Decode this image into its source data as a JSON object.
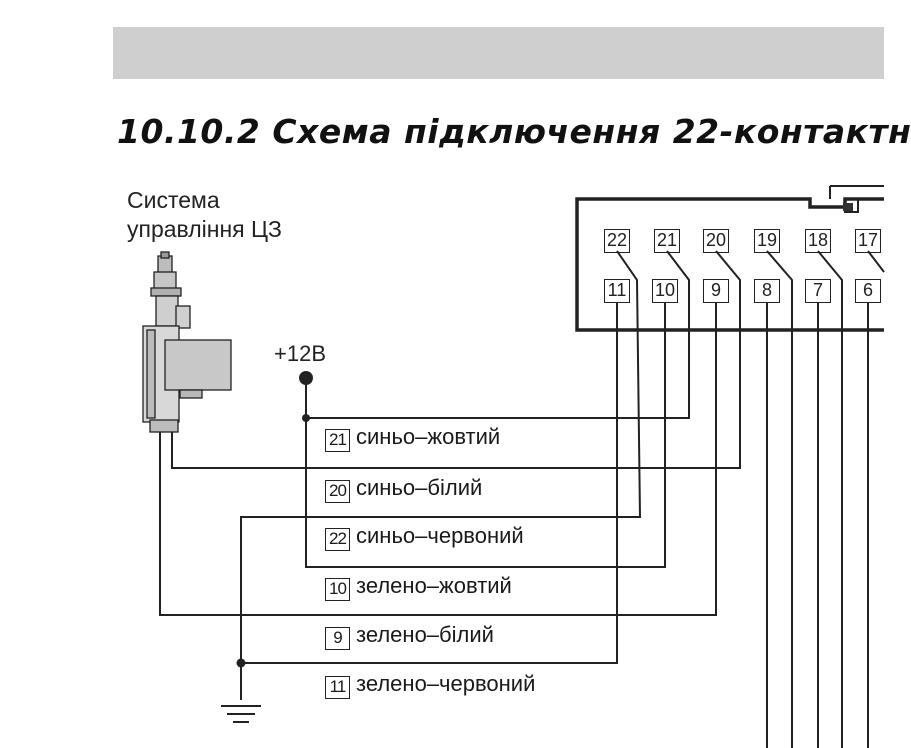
{
  "title": "10.10.2 Схема підключення 22-контактн",
  "system_label": [
    "Система",
    "управління ЦЗ"
  ],
  "supply_label": "+12В",
  "connector": {
    "top_row": [
      "22",
      "21",
      "20",
      "19",
      "18",
      "17"
    ],
    "bottom_row": [
      "11",
      "10",
      "9",
      "8",
      "7",
      "6"
    ]
  },
  "wires": [
    {
      "pin": "21",
      "color": "синьо–жовтий"
    },
    {
      "pin": "20",
      "color": "синьо–білий"
    },
    {
      "pin": "22",
      "color": "синьо–червоний"
    },
    {
      "pin": "10",
      "color": "зелено–жовтий"
    },
    {
      "pin": "9",
      "color": "зелено–білий"
    },
    {
      "pin": "11",
      "color": "зелено–червоний"
    }
  ],
  "colors": {
    "line": "#222222",
    "band": "#cfcfcf",
    "actuator": "#cccccc"
  }
}
